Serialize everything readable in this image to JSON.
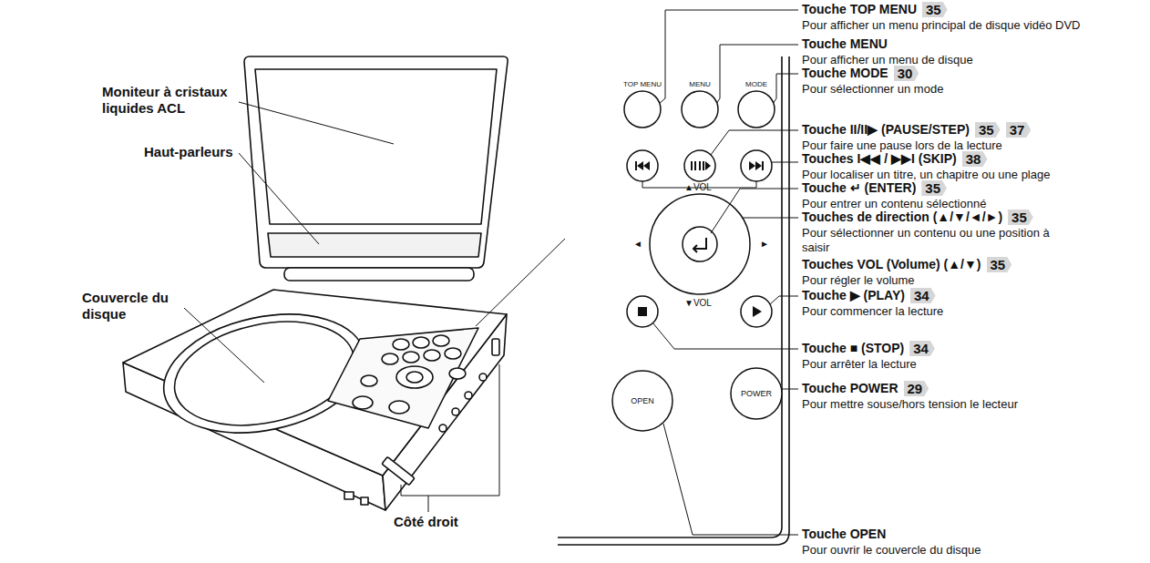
{
  "diagram": {
    "nodes": [
      {
        "text": [
          "TOP MENU"
        ]
      },
      {
        "text": [
          "MENU"
        ]
      },
      {
        "text": [
          "MODE"
        ]
      },
      {
        "text": [
          "OPEN"
        ]
      },
      {
        "text": [
          "POWER"
        ]
      }
    ],
    "labels": [
      "Moniteur à cristaux liquides ACL",
      "Haut-parleurs",
      "Couvercle du disque",
      "Côté droit",
      "▲VOL",
      "▼VOL",
      "◄",
      "►",
      "Touche TOP MENU",
      "35",
      "Pour afficher un menu principal de disque vidéo DVD",
      "Touche MENU",
      "Pour afficher un menu de disque",
      "Touche MODE",
      "30",
      "Pour sélectionner un mode",
      "Touche II/II▶ (PAUSE/STEP)",
      "35",
      "37",
      "Pour faire une pause lors de la lecture",
      "Touches I◀◀ / ▶▶I (SKIP)",
      "38",
      "Pour localiser un titre, un chapitre ou une plage",
      "Touche ↵ (ENTER)",
      "35",
      "Pour entrer un contenu sélectionné",
      "Touches de direction (▲/▼/◄/►)",
      "35",
      "Pour sélectionner un contenu ou une position à saisir",
      "Touches VOL (Volume) (▲/▼)",
      "35",
      "Pour régler le volume",
      "Touche ▶ (PLAY)",
      "34",
      "Pour commencer la lecture",
      "Touche ■ (STOP)",
      "34",
      "Pour arrêter la lecture",
      "Touche POWER",
      "29",
      "Pour mettre souse/hors tension le lecteur",
      "Touche OPEN",
      "Pour ouvrir le couvercle du disque"
    ]
  }
}
